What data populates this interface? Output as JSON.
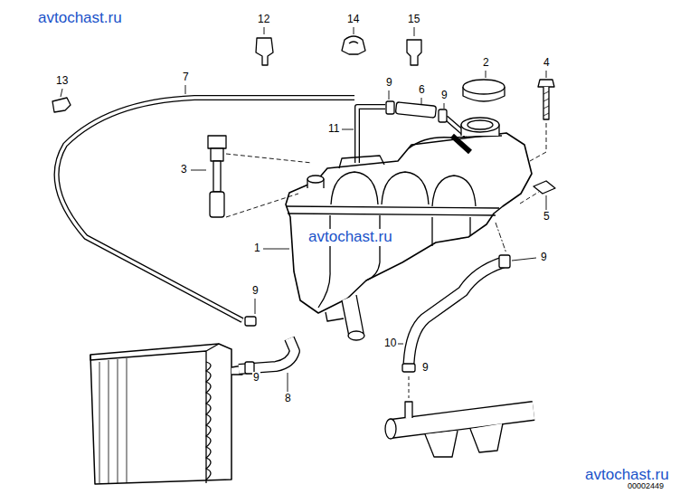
{
  "diagram": {
    "labels": [
      "avtochast.ru",
      "12",
      "14",
      "15",
      "2",
      "4",
      "13",
      "7",
      "9",
      "6",
      "9",
      "11",
      "3",
      "5",
      "avtochast.ru",
      "1",
      "9",
      "9",
      "10",
      "9",
      "9",
      "8",
      "avtochast.ru",
      "00002449"
    ]
  }
}
